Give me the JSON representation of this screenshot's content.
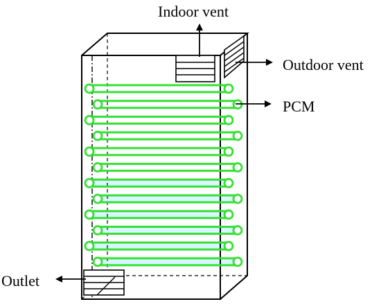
{
  "labels": {
    "indoor_vent": "Indoor vent",
    "outdoor_vent": "Outdoor vent",
    "pcm": "PCM",
    "outlet": "Outlet"
  },
  "colors": {
    "pcm_tube": "#33e033",
    "pcm_fill": "#d8f7ff",
    "line": "#000000"
  },
  "pcm_tube_rows": 12
}
